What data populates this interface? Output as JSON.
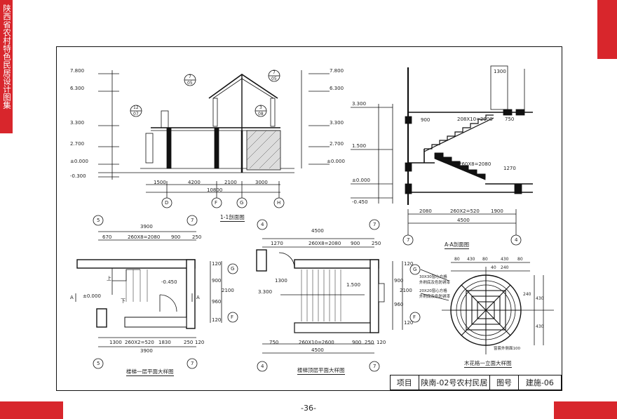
{
  "sidebar": {
    "title": "陕西省农村特色民居设计图集"
  },
  "page": {
    "number": "-36-"
  },
  "title_block": {
    "project_label": "项目",
    "project_name": "陕南-02号农村民居",
    "drawing_no_label": "图号",
    "drawing_no": "建施-06"
  },
  "drawings": {
    "section_11": {
      "caption": "1-1剖面图",
      "elevations_left": [
        "7.800",
        "6.300",
        "3.300",
        "2.700",
        "±0.000",
        "-0.300"
      ],
      "elevations_right": [
        "7.800",
        "6.300",
        "3.300",
        "2.700",
        "±0.000"
      ],
      "dims_bottom": [
        "1500",
        "4200",
        "2100",
        "3000"
      ],
      "total": "10800",
      "axes": [
        "D",
        "F",
        "G",
        "H"
      ],
      "tags": [
        {
          "top": "7",
          "bottom": "05"
        },
        {
          "top": "7",
          "bottom": "05"
        },
        {
          "top": "12",
          "bottom": "07"
        },
        {
          "top": "3",
          "bottom": "08"
        }
      ]
    },
    "section_aa": {
      "caption": "A-A剖面图",
      "elevations": [
        "3.300",
        "1.500",
        "±0.000",
        "-0.450"
      ],
      "dims_top": [
        "1300"
      ],
      "dims_stair": [
        "208X10=2900",
        "260X8=2080",
        "750",
        "900",
        "1270"
      ],
      "dims_bottom": [
        "2080",
        "260X2=520",
        "1900"
      ],
      "total": "4500",
      "axes": [
        "7",
        "4"
      ]
    },
    "plan_ground": {
      "caption": "楼梯一层平面大样图",
      "dims_top": [
        "670",
        "260X8=2080",
        "900",
        "250"
      ],
      "total_top": "3900",
      "dims_bottom": [
        "1300",
        "260X2=520",
        "1830",
        "250",
        "120"
      ],
      "total_bottom": "3900",
      "axes_top": [
        "5",
        "7"
      ],
      "axes_bottom": [
        "5",
        "7"
      ],
      "axes_side": [
        "G",
        "F"
      ],
      "side_dims": [
        "120",
        "900",
        "2100",
        "960",
        "120"
      ],
      "levels": [
        "-0.450",
        "±0.000"
      ],
      "marks": [
        "上",
        "下",
        "A",
        "A"
      ]
    },
    "plan_top": {
      "caption": "楼梯顶层平面大样图",
      "dims_top": [
        "1270",
        "260X8=2080",
        "900",
        "250"
      ],
      "total_top": "4500",
      "dims_bottom": [
        "750",
        "260X10=2600",
        "900",
        "250",
        "120"
      ],
      "total_bottom": "4500",
      "axes_top": [
        "4",
        "7"
      ],
      "axes_bottom": [
        "4",
        "7"
      ],
      "levels": [
        "1.500",
        "3.300"
      ],
      "side_dims": [
        "120",
        "900",
        "2100",
        "960",
        "120"
      ]
    },
    "window_detail": {
      "caption": "木花格一立面大样图",
      "notes": [
        "30X30窗心方格",
        "外刷底及色防锈漆",
        "20X20窗心方格",
        "外刷底及色防锈漆",
        "窗套外侧面100"
      ],
      "dims_top": [
        "80",
        "430",
        "80",
        "40",
        "240",
        "430",
        "80"
      ],
      "dims_side": [
        "240",
        "430",
        "430"
      ],
      "axes": [
        "G",
        "F"
      ]
    }
  }
}
